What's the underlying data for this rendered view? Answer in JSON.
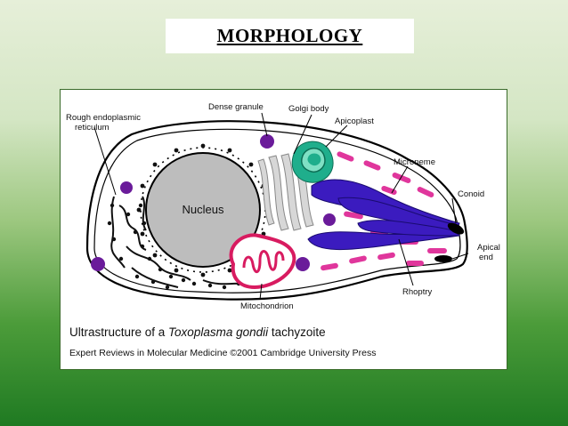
{
  "slide_title": "MORPHOLOGY",
  "labels": {
    "rough_er_line1": "Rough endoplasmic",
    "rough_er_line2": "reticulum",
    "dense_granule": "Dense granule",
    "golgi_body": "Golgi body",
    "apicoplast": "Apicoplast",
    "microneme": "Microneme",
    "conoid": "Conoid",
    "apical_end_line1": "Apical",
    "apical_end_line2": "end",
    "nucleus": "Nucleus",
    "mitochondrion": "Mitochondrion",
    "rhoptry": "Rhoptry"
  },
  "caption": {
    "prefix": "Ultrastructure of a ",
    "italic": "Toxoplasma gondii",
    "suffix": " tachyzoite"
  },
  "credit": "Expert Reviews in Molecular Medicine ©2001 Cambridge University Press",
  "colors": {
    "background_top": "#e6efd9",
    "background_bottom": "#1f7a22",
    "nucleus_fill": "#bdbdbd",
    "dense_granule": "#6a1b9a",
    "apicoplast": "#1fae8c",
    "microneme": "#e0369c",
    "rhoptry": "#3b1bbf",
    "mitochondrion": "#d81b60",
    "golgi": "#cfcfcf"
  }
}
